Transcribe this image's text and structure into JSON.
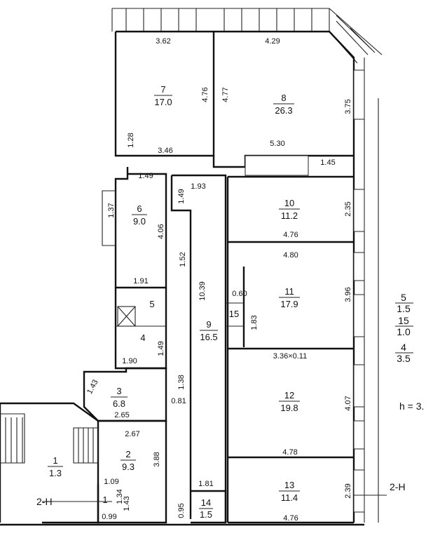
{
  "rooms": [
    {
      "id": "room-7",
      "number": "7",
      "area": "17.0"
    },
    {
      "id": "room-8",
      "number": "8",
      "area": "26.3"
    },
    {
      "id": "room-6",
      "number": "6",
      "area": "9.0"
    },
    {
      "id": "room-10",
      "number": "10",
      "area": "11.2"
    },
    {
      "id": "room-11",
      "number": "11",
      "area": "17.9"
    },
    {
      "id": "room-5",
      "number": "5",
      "area": ""
    },
    {
      "id": "room-15",
      "number": "15",
      "area": ""
    },
    {
      "id": "room-9",
      "number": "9",
      "area": "16.5"
    },
    {
      "id": "room-4",
      "number": "4",
      "area": ""
    },
    {
      "id": "room-3",
      "number": "3",
      "area": "6.8"
    },
    {
      "id": "room-12",
      "number": "12",
      "area": "19.8"
    },
    {
      "id": "room-2",
      "number": "2",
      "area": "9.3"
    },
    {
      "id": "room-1a",
      "number": "1",
      "area": "1.3"
    },
    {
      "id": "room-1b",
      "number": "1",
      "area": ""
    },
    {
      "id": "room-13",
      "number": "13",
      "area": "11.4"
    },
    {
      "id": "room-14",
      "number": "14",
      "area": "1.5"
    }
  ],
  "dimensions": [
    "3.62",
    "4.29",
    "4.76",
    "4.77",
    "3.75",
    "1.28",
    "3.46",
    "5.30",
    "1.45",
    "1.49",
    "1.93",
    "1.49",
    "1.37",
    "2.35",
    "4.06",
    "4.76",
    "4.80",
    "1.52",
    "1.91",
    "10.39",
    "0.60",
    "3.96",
    "1.83",
    "1.49",
    "1.90",
    "3.36×0.11",
    "1.43",
    "1.38",
    "0.81",
    "2.65",
    "4.07",
    "2.67",
    "3.88",
    "4.78",
    "1.09",
    "1.81",
    "2.39",
    "1.34",
    "1.43",
    "0.99",
    "0.95",
    "4.76"
  ],
  "side_legend": [
    {
      "number": "5",
      "area": "1.5"
    },
    {
      "number": "15",
      "area": "1.0"
    },
    {
      "number": "4",
      "area": "3.5"
    }
  ],
  "height_note": "h = 3.",
  "section_marks": [
    "2-Н",
    "2-Н"
  ]
}
